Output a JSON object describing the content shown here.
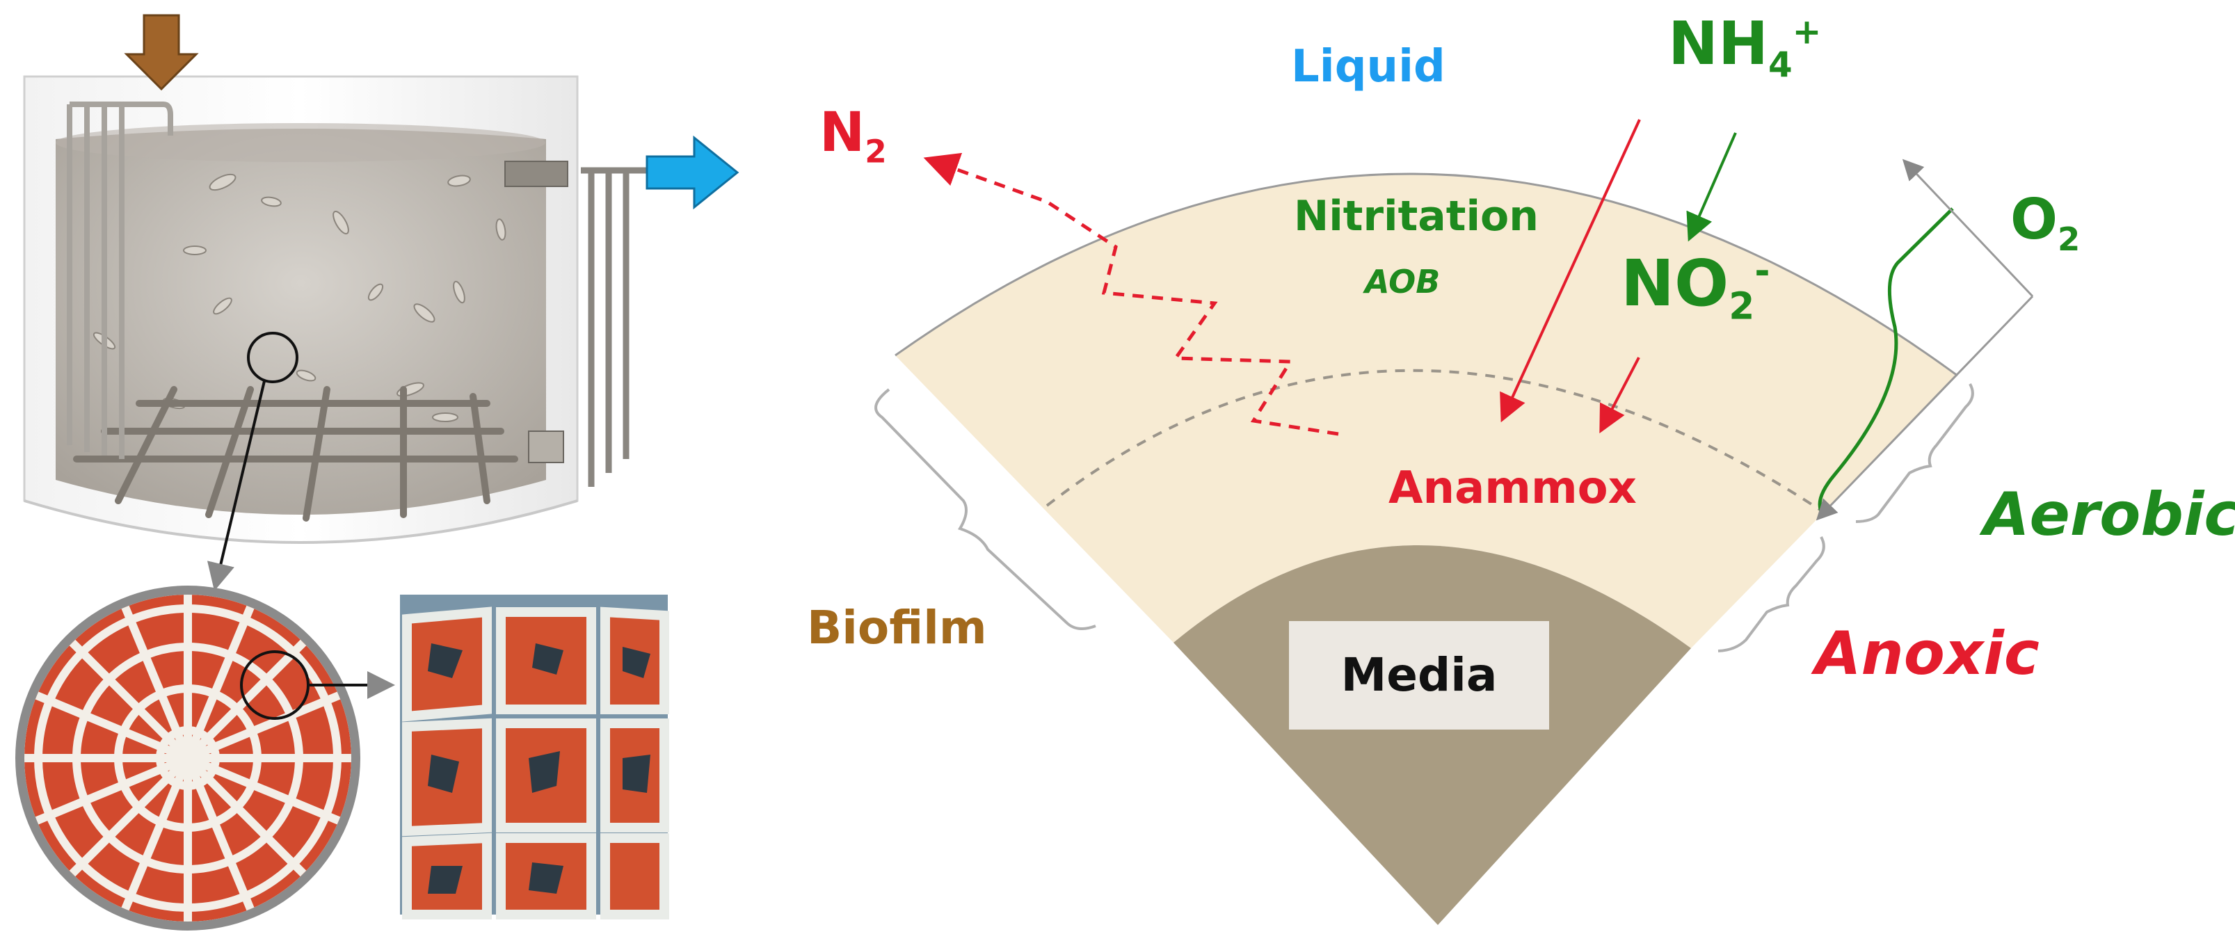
{
  "colors": {
    "biofilm_fill": "#f7ebd3",
    "media_fill": "#a99c82",
    "media_label_bg": "#ece8e2",
    "red": "#e41c2d",
    "green": "#1e8a1e",
    "blue": "#1e9cf0",
    "brown": "#a36a1c",
    "dark": "#111111",
    "tank_arrow_brown": "#a0642a",
    "tank_arrow_blue": "#1aa9e8"
  },
  "labels": {
    "liquid": "Liquid",
    "n2_base": "N",
    "n2_sub": "2",
    "nh4_base": "NH",
    "nh4_sub": "4",
    "nh4_sup": "+",
    "nitritation": "Nitritation",
    "aob": "AOB",
    "no2_base": "NO",
    "no2_sub": "2",
    "no2_sup": "-",
    "o2_base": "O",
    "o2_sub": "2",
    "anammox": "Anammox",
    "biofilm": "Biofilm",
    "media": "Media",
    "aerobic": "Aerobic",
    "anoxic": "Anoxic"
  },
  "icons": {
    "inflow": "down-arrow-icon",
    "outflow": "right-arrow-icon"
  }
}
